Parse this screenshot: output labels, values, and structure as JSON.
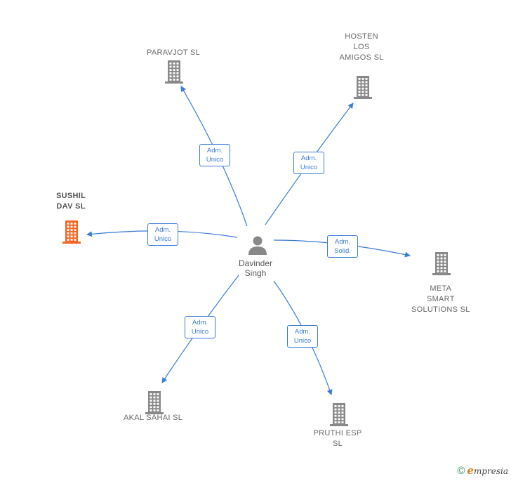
{
  "center": {
    "name": "Davinder\nSingh",
    "icon": "person-icon"
  },
  "companies": [
    {
      "id": "paravjot",
      "name": "PARAVJOT  SL",
      "icon": "building-icon",
      "color": "#888888",
      "highlight": false
    },
    {
      "id": "hosten",
      "name": "HOSTEN\nLOS\nAMIGOS SL",
      "icon": "building-icon",
      "color": "#888888",
      "highlight": false
    },
    {
      "id": "sushil",
      "name": "SUSHIL\nDAV  SL",
      "icon": "building-icon",
      "color": "#f26522",
      "highlight": true
    },
    {
      "id": "meta",
      "name": "META\nSMART\nSOLUTIONS  SL",
      "icon": "building-icon",
      "color": "#888888",
      "highlight": false
    },
    {
      "id": "akal",
      "name": "AKAL SAHAI SL",
      "icon": "building-icon",
      "color": "#888888",
      "highlight": false
    },
    {
      "id": "pruthi",
      "name": "PRUTHI ESP\nSL",
      "icon": "building-icon",
      "color": "#888888",
      "highlight": false
    }
  ],
  "relations": [
    {
      "to": "paravjot",
      "label": "Adm.\nUnico"
    },
    {
      "to": "hosten",
      "label": "Adm.\nUnico"
    },
    {
      "to": "sushil",
      "label": "Adm.\nUnico"
    },
    {
      "to": "meta",
      "label": "Adm.\nSolid."
    },
    {
      "to": "akal",
      "label": "Adm.\nUnico"
    },
    {
      "to": "pruthi",
      "label": "Adm.\nUnico"
    }
  ],
  "colors": {
    "edge": "#3a7bd5",
    "node_default": "#888888",
    "node_highlight": "#f26522"
  },
  "footer": {
    "copyright": "©",
    "brand_initial": "e",
    "brand_rest": "mpresia"
  }
}
